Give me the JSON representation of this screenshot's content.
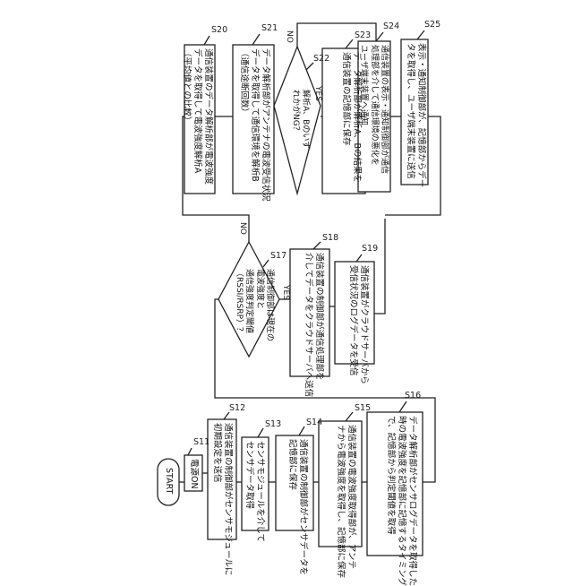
{
  "start": "START",
  "s11": {
    "id": "S11",
    "text": "電源ON"
  },
  "s12": {
    "id": "S12",
    "text": "通信装置の制御部がセンサモジュールに\n初期設定を送信"
  },
  "s13": {
    "id": "S13",
    "text": "センサモジュールを介して\nセンサデータ取得"
  },
  "s14": {
    "id": "S14",
    "text": "通信装置の制御部がセンサデータを\n記憶部に保存"
  },
  "s15": {
    "id": "S15",
    "text": "通信装置の電波強度取得部が、アンテ\nナから電波強度を取得し、記憶部に保存"
  },
  "s16": {
    "id": "S16",
    "text": "データ解析部がセンサログデータを取得した\n時の電波強度を記憶部に記憶するタイミング\nで、記憶部から判定閾値を取得"
  },
  "s17": {
    "id": "S17",
    "text": "通信制御部は現在の\n電波強度と\n通信強度判定閾値\n（RSSI/RSRP）？"
  },
  "s18": {
    "id": "S18",
    "text": "通信装置の制御部が通信処理部を\n介してデータをクラウドサーバへ送信"
  },
  "s19": {
    "id": "S19",
    "text": "通信装置がクラウドサーバから\n受信状況のログデータを受信"
  },
  "s20": {
    "id": "S20",
    "text": "通信装置のデータ解析部が電波強度\nデータを取得して電波強度解析A\n（平均値との比較）"
  },
  "s21": {
    "id": "S21",
    "text": "データ解析部がアンテナの電波受信状況\nデータを取得して通信環境を解析B\n（通信途断回数）"
  },
  "s22": {
    "id": "S22",
    "text": "解析A、Bのいず\nれかがNG？"
  },
  "s23": {
    "id": "S23",
    "text": "データ解析部が解析A、Bの結果を\n通信装置の記憶部に保存"
  },
  "s24": {
    "id": "S24",
    "text": "通信装置の表示・通知制御部が通信\n処理部を介して通信環境の悪化を\nユーザ端末装置へ通知"
  },
  "s25": {
    "id": "S25",
    "text": "表示・通知制御部が、記憶部からデー\nタを取得し、ユーザ端末装置に送信"
  },
  "yes": "YES",
  "no": "NO"
}
